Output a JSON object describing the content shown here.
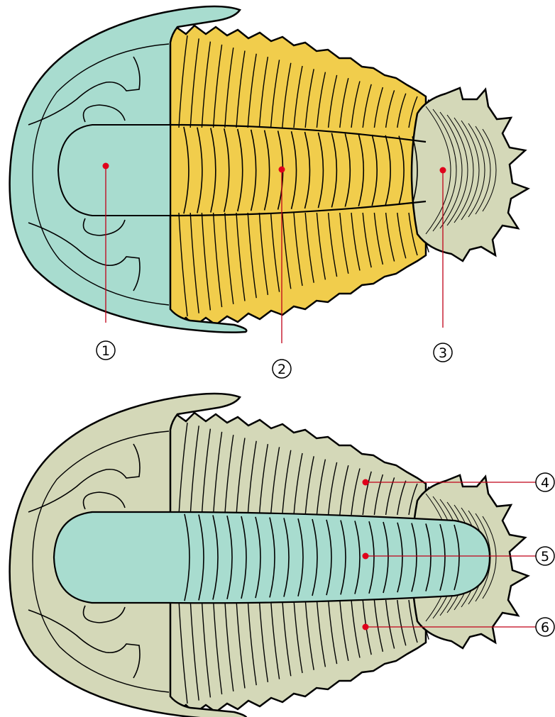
{
  "colors": {
    "cephalon_top": "#a8dccf",
    "thorax_top": "#f1cd4c",
    "pygidium_top": "#d4d8b8",
    "body_bottom": "#d4d8b8",
    "axis_bottom": "#a8dccf",
    "outline": "#000000",
    "marker": "#e0001b",
    "leader": "#c00018"
  },
  "labels": {
    "l1": "1",
    "l2": "2",
    "l3": "3",
    "l4": "4",
    "l5": "5",
    "l6": "6"
  }
}
